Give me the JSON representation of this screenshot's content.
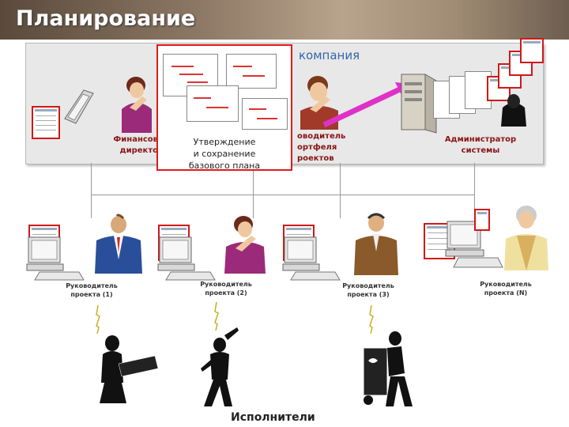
{
  "header": {
    "title": "Планирование"
  },
  "company": {
    "label": "компания"
  },
  "roles": {
    "cfo": [
      "Финансов",
      "директо"
    ],
    "portfolio": [
      "оводитель",
      "ортфеля",
      "роектов"
    ],
    "admin": [
      "Администратор",
      "системы"
    ]
  },
  "approval": {
    "lines": [
      "Утверждение",
      "и сохранение",
      "базового плана"
    ]
  },
  "managers": [
    {
      "line1": "Руководитель",
      "line2": "проекта (1)"
    },
    {
      "line1": "Руководитель",
      "line2": "проекта (2)"
    },
    {
      "line1": "Руководитель",
      "line2": "проекта (3)"
    },
    {
      "line1": "Руководитель",
      "line2": "проекта (N)"
    }
  ],
  "footer": {
    "executors": "Исполнители"
  },
  "colors": {
    "accent_red": "#e01a1a",
    "company_text": "#3366aa",
    "arrow_pink": "#e030c8"
  }
}
